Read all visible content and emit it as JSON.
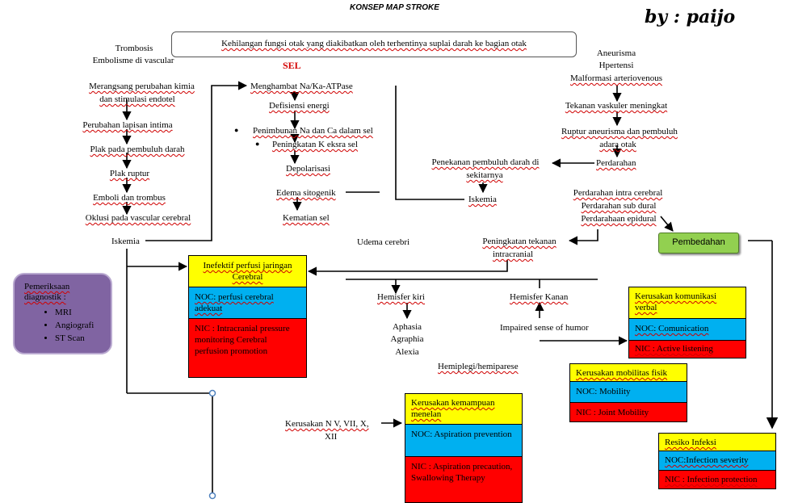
{
  "title": "KONSEP MAP STROKE",
  "byline": "by : paijo",
  "definition": "Kehilangan fungsi otak yang diakibatkan oleh terhentinya suplai darah ke bagian otak",
  "left_chain": {
    "cause_1": "Trombosis",
    "cause_2": "Embolisme di vascular",
    "step_1a": "Merangsang perubahan kimia",
    "step_1b": "dan stimulasi endotel",
    "step_2": "Perubahan lapisan intima",
    "step_3": "Plak pada pembuluh darah",
    "step_4": "Plak ruptur",
    "step_5": "Emboli dan trombus",
    "step_6": "Oklusi pada vascular cerebral",
    "step_7": "Iskemia"
  },
  "sel_chain": {
    "header": "SEL",
    "step_1": "Menghambat Na/Ka-ATPase",
    "step_2": "Defisiensi energi",
    "step_3": "Penimbunan Na dan Ca dalam sel",
    "step_4": "Peningkatan K eksra sel",
    "step_5": "Depolarisasi",
    "step_6": "Edema sitogenik",
    "step_7": "Kematian  sel"
  },
  "right_chain": {
    "cause_1": "Aneurisma",
    "cause_2": "Hpertensi",
    "cause_3": "Malformasi arteriovenous",
    "step_1": "Tekanan vaskuler meningkat",
    "step_2a": "Ruptur aneurisma dan pembuluh",
    "step_2b": "adara otak",
    "step_3": "Perdarahan",
    "pressure_a": "Penekanan pembuluh darah di",
    "pressure_b": "sekitarnya",
    "ischemia": "Iskemia",
    "bleed_1": "Perdarahan intra cerebral",
    "bleed_2": "Perdarahan sub dural",
    "bleed_3": "Perdarahaan epidural",
    "surgery": "Pembedahan"
  },
  "center": {
    "edema": "Udema cerebri",
    "icp_a": "Peningkatan tekanan",
    "icp_b": "intracranial",
    "left_hemi": "Hemisfer kiri",
    "right_hemi": "Hemisfer Kanan",
    "aphasia_1": "Aphasia",
    "aphasia_2": "Agraphia",
    "aphasia_3": "Alexia",
    "humor": "Impaired sense of humor",
    "hemiplegia": "Hemiplegi/hemiparese",
    "nerve_a": "Kerusakan N V, VII, X,",
    "nerve_b": "XII"
  },
  "diagnostics": {
    "title_a": "Pemeriksaan",
    "title_b": "diagnostik :",
    "items": [
      "MRI",
      "Angiografi",
      "ST Scan"
    ]
  },
  "boxes": {
    "perfusion": {
      "diag": "Inefektif perfusi jaringan Cerebral",
      "noc": "NOC: perfusi cerebral adekuat",
      "nic": "NIC : Intracranial pressure monitoring Cerebral perfusion promotion"
    },
    "communication": {
      "diag": "Kerusakan komunikasi verbal",
      "noc": "NOC: Comunication",
      "nic": "NIC : Active listening"
    },
    "mobility": {
      "diag": "Kerusakan mobilitas fisik",
      "noc": "NOC: Mobility",
      "nic": "NIC : Joint Mobility"
    },
    "swallow": {
      "diag": "Kerusakan kemampuan menelan",
      "noc": "NOC: Aspiration prevention",
      "nic": "NIC : Aspiration precaution, Swallowing Therapy"
    },
    "infection": {
      "diag": "Resiko Infeksi",
      "noc": "NOC:Infection severity",
      "nic": "NIC : Infection protection"
    }
  },
  "colors": {
    "diagnosis": "#ffff00",
    "noc": "#00b0f0",
    "nic": "#ff0000",
    "diagnostics_box": "#8064a2",
    "surgery_box": "#92d050",
    "sel_label": "#d40000"
  }
}
